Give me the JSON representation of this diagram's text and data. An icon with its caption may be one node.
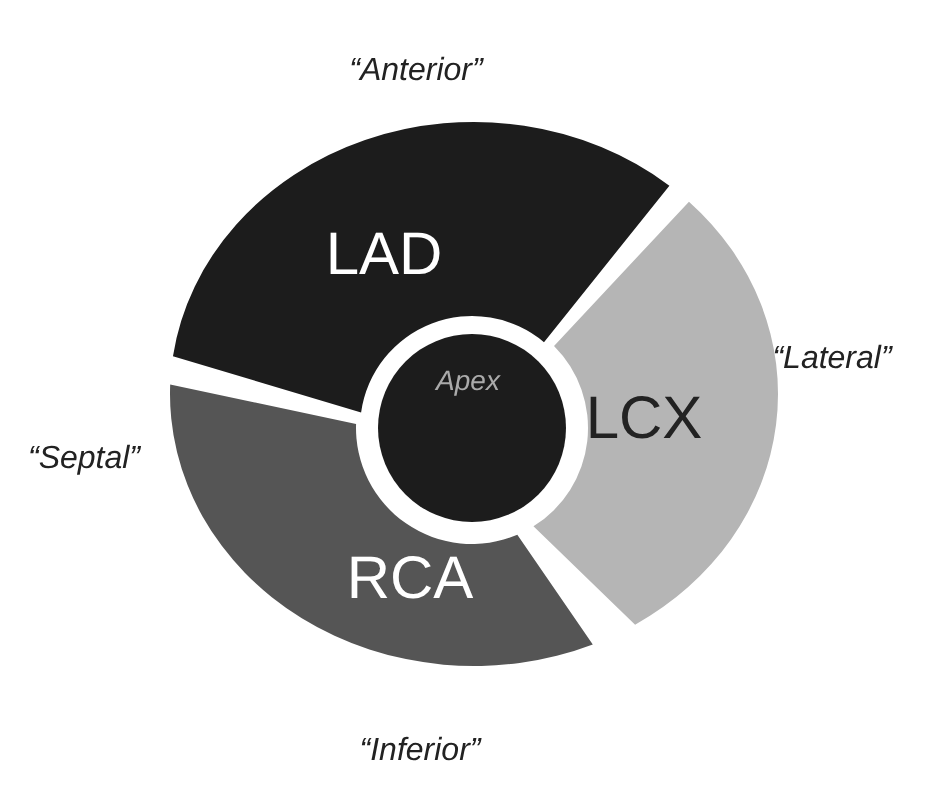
{
  "diagram": {
    "nodes": [
      {
        "text": [
          "LAD",
          "Apex"
        ]
      },
      {
        "text": [
          "LCX"
        ]
      },
      {
        "text": [
          "RCA"
        ]
      }
    ],
    "labels": [
      "“Anterior”",
      "“Lateral”",
      "“Septal”",
      "“Inferior”"
    ]
  }
}
